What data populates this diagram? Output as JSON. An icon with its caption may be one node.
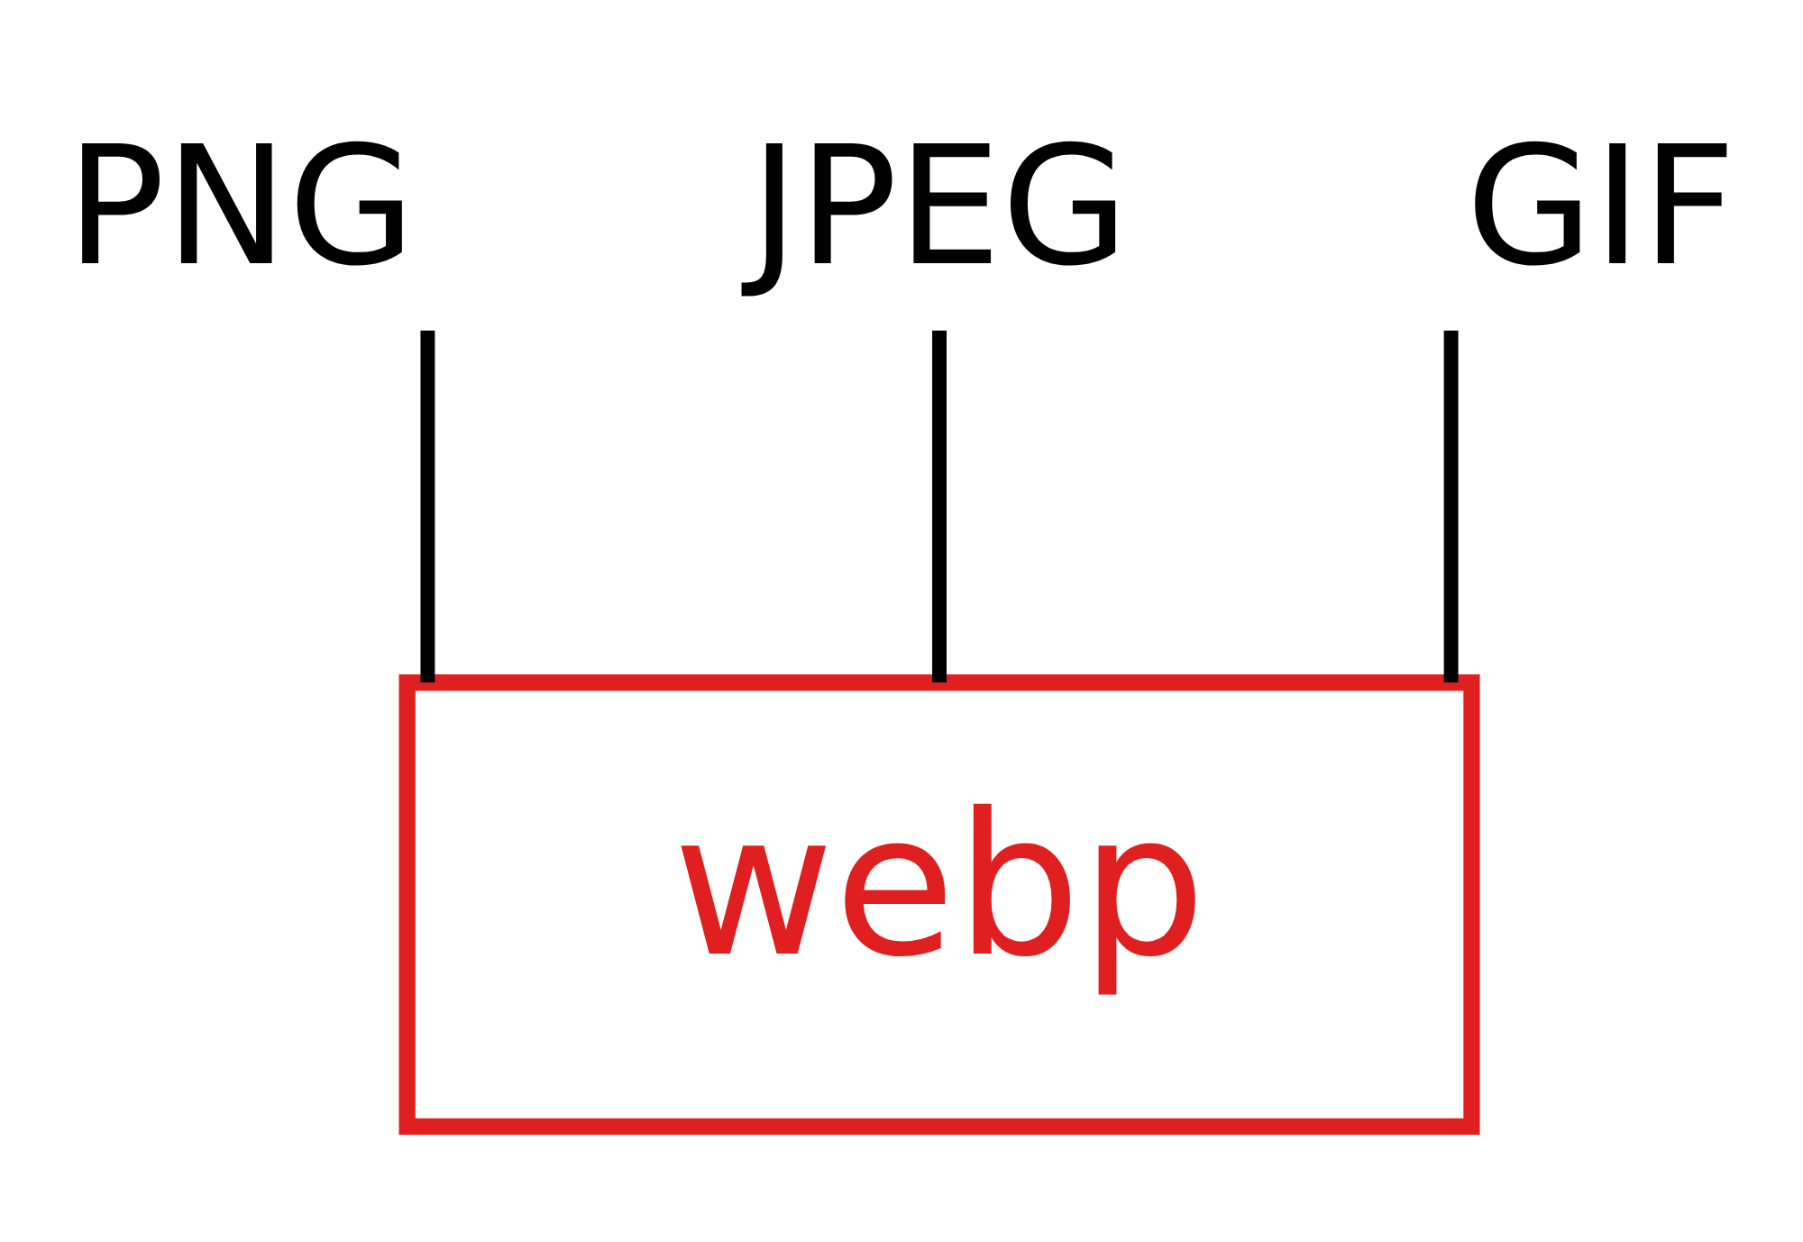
{
  "diagram": {
    "nodes": [
      {
        "text": [
          "PNG"
        ]
      },
      {
        "text": [
          "JPEG"
        ]
      },
      {
        "text": [
          "GIF"
        ]
      },
      {
        "text": [
          "webp"
        ]
      }
    ],
    "edges": [
      {
        "from": 0,
        "to": 3,
        "arrow": "none"
      },
      {
        "from": 1,
        "to": 3,
        "arrow": "none"
      },
      {
        "from": 2,
        "to": 3,
        "arrow": "none"
      }
    ]
  }
}
